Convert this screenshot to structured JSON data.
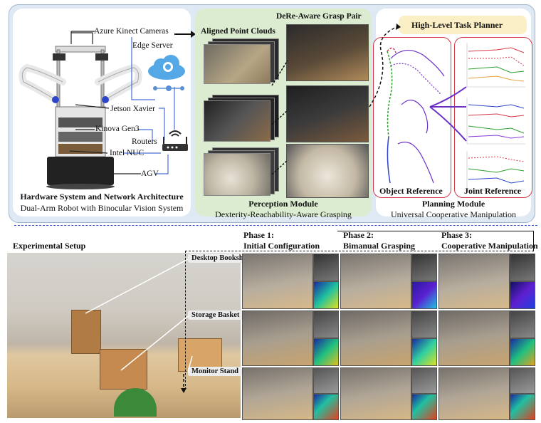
{
  "hardware": {
    "labels": {
      "cameras": "Azure Kinect Cameras",
      "edge": "Edge Server",
      "jetson": "Jetson Xavier",
      "kinova": "Kinova Gen3",
      "routers": "Routers",
      "nuc": "Intel NUC",
      "agv": "AGV"
    },
    "title": "Hardware System and Network Architecture",
    "subtitle": "Dual-Arm Robot with Binocular Vision System"
  },
  "perception": {
    "aligned": "Aligned Point Clouds",
    "grasp_pair": "DeRe-Aware Grasp Pair",
    "title": "Perception Module",
    "subtitle": "Dexterity-Reachability-Aware Grasping"
  },
  "planning": {
    "planner": "High-Level Task Planner",
    "object_ref": "Object Reference",
    "joint_ref": "Joint Reference",
    "title": "Planning Module",
    "subtitle": "Universal Cooperative Manipulation"
  },
  "experiment": {
    "setup": "Experimental Setup",
    "phase1": [
      "Phase 1:",
      "Initial Configuration"
    ],
    "phase2": [
      "Phase 2:",
      "Bimanual Grasping"
    ],
    "phase3": [
      "Phase 3:",
      "Cooperative Manipulation"
    ],
    "tasks": [
      "Desktop Bookshelf",
      "Storage Basket",
      "Monitor Stand"
    ]
  },
  "colors": {
    "hardware_bg": "#ffffff",
    "perception_bg": "#dcecd0",
    "planning_bg": "#ffffff",
    "outer_bg": "#dfe9f3",
    "planner_bg": "#fbefc6",
    "red": "#d33a4a",
    "blue": "#2d45c8",
    "green": "#2ca02c",
    "purple": "#6a2fc8"
  }
}
